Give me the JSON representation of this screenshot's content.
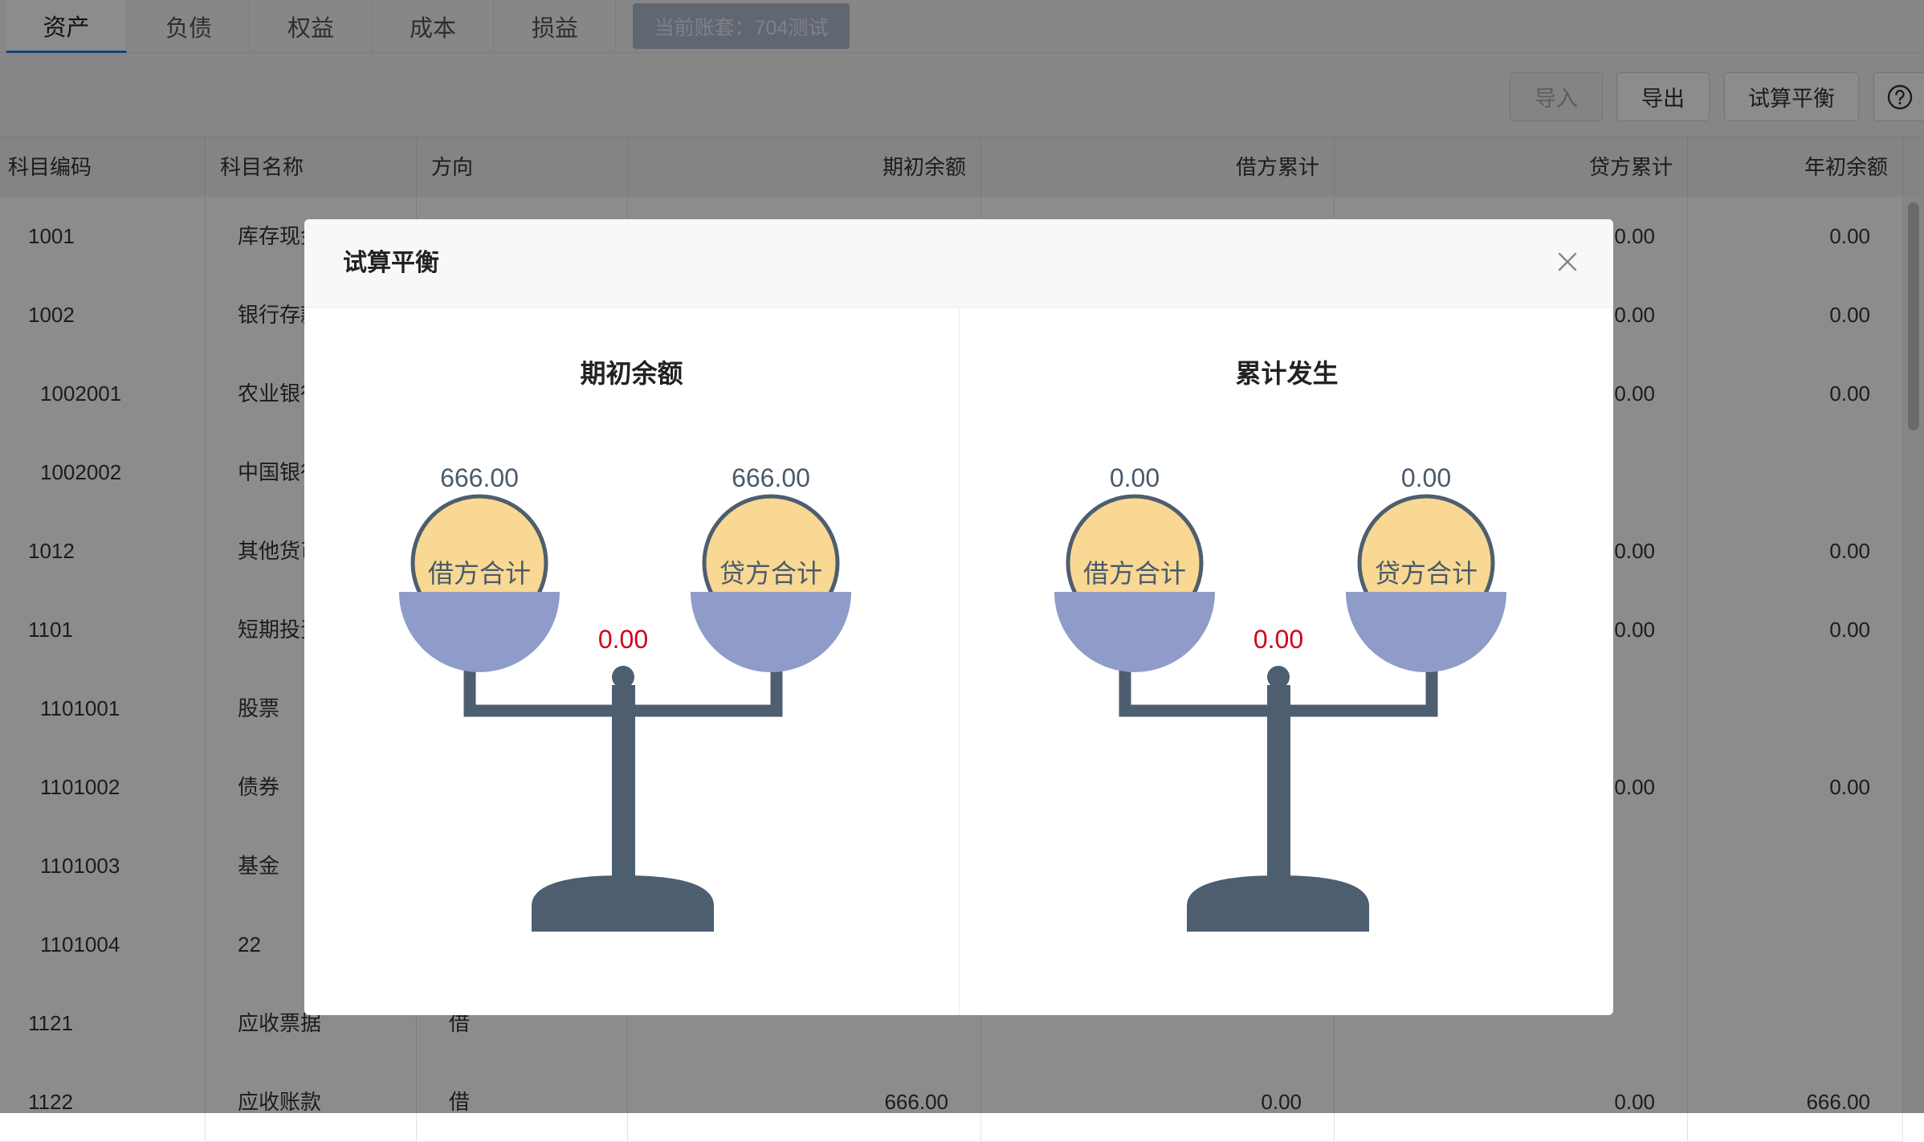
{
  "tabs": [
    {
      "label": "资产"
    },
    {
      "label": "负债"
    },
    {
      "label": "权益"
    },
    {
      "label": "成本"
    },
    {
      "label": "损益"
    }
  ],
  "account_badge": "当前账套：704测试",
  "toolbar": {
    "import_label": "导入",
    "export_label": "导出",
    "trial_balance_label": "试算平衡",
    "help_icon": "question-circle-icon"
  },
  "table": {
    "columns": [
      "科目编码",
      "科目名称",
      "方向",
      "期初余额",
      "借方累计",
      "贷方累计",
      "年初余额"
    ],
    "rows": [
      {
        "code": "1001",
        "name": "库存现金",
        "dir": "",
        "opening": "",
        "debit": "",
        "credit": "0.00",
        "year_start": "0.00"
      },
      {
        "code": "1002",
        "name": "银行存款",
        "dir": "",
        "opening": "",
        "debit": "",
        "credit": "0.00",
        "year_start": "0.00"
      },
      {
        "code": "1002001",
        "name": "农业银行",
        "dir": "",
        "opening": "",
        "debit": "",
        "credit": "0.00",
        "year_start": "0.00"
      },
      {
        "code": "1002002",
        "name": "中国银行",
        "dir": "",
        "opening": "",
        "debit": "",
        "credit": "",
        "year_start": ""
      },
      {
        "code": "1012",
        "name": "其他货币资金",
        "dir": "",
        "opening": "",
        "debit": "",
        "credit": "0.00",
        "year_start": "0.00"
      },
      {
        "code": "1101",
        "name": "短期投资",
        "dir": "",
        "opening": "",
        "debit": "",
        "credit": "0.00",
        "year_start": "0.00"
      },
      {
        "code": "1101001",
        "name": "股票",
        "dir": "",
        "opening": "",
        "debit": "",
        "credit": "",
        "year_start": ""
      },
      {
        "code": "1101002",
        "name": "债券",
        "dir": "",
        "opening": "",
        "debit": "",
        "credit": "0.00",
        "year_start": "0.00"
      },
      {
        "code": "1101003",
        "name": "基金",
        "dir": "",
        "opening": "",
        "debit": "",
        "credit": "",
        "year_start": ""
      },
      {
        "code": "1101004",
        "name": "22",
        "dir": "",
        "opening": "",
        "debit": "",
        "credit": "",
        "year_start": ""
      },
      {
        "code": "1121",
        "name": "应收票据",
        "dir": "借",
        "opening": "",
        "debit": "",
        "credit": "",
        "year_start": ""
      },
      {
        "code": "1122",
        "name": "应收账款",
        "dir": "借",
        "opening": "666.00",
        "debit": "0.00",
        "credit": "0.00",
        "year_start": "666.00"
      }
    ]
  },
  "modal": {
    "title": "试算平衡",
    "close_icon": "close-icon",
    "panels": [
      {
        "title": "期初余额",
        "debit_value": "666.00",
        "credit_value": "666.00",
        "debit_label": "借方合计",
        "credit_label": "贷方合计",
        "difference": "0.00"
      },
      {
        "title": "累计发生",
        "debit_value": "0.00",
        "credit_value": "0.00",
        "debit_label": "借方合计",
        "credit_label": "贷方合计",
        "difference": "0.00"
      }
    ]
  },
  "colors": {
    "scale_body": "#4d5e6f",
    "pan": "#8f9bc8",
    "coin": "#f8d893",
    "difference_text": "#d0021b",
    "value_text": "#4a5a6b"
  }
}
